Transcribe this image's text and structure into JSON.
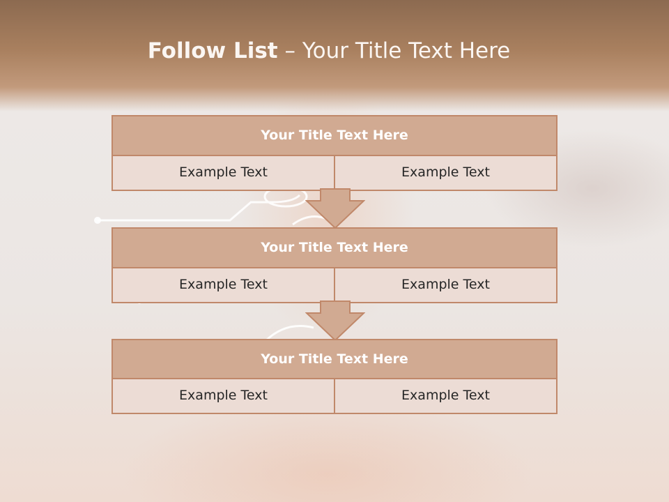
{
  "header": {
    "title_bold": "Follow List",
    "title_rest": "– Your Title Text Here"
  },
  "blocks": [
    {
      "title": "Your Title Text Here",
      "left": "Example Text",
      "right": "Example Text"
    },
    {
      "title": "Your Title Text Here",
      "left": "Example Text",
      "right": "Example Text"
    },
    {
      "title": "Your Title Text Here",
      "left": "Example Text",
      "right": "Example Text"
    }
  ],
  "colors": {
    "banner": "#a9805f",
    "block_header": "#d1aa92",
    "block_border": "#c0886a",
    "block_body": "#ecdcd5",
    "arrow_fill": "#d1aa92"
  },
  "icons": {
    "connector": "down-arrow-icon"
  }
}
